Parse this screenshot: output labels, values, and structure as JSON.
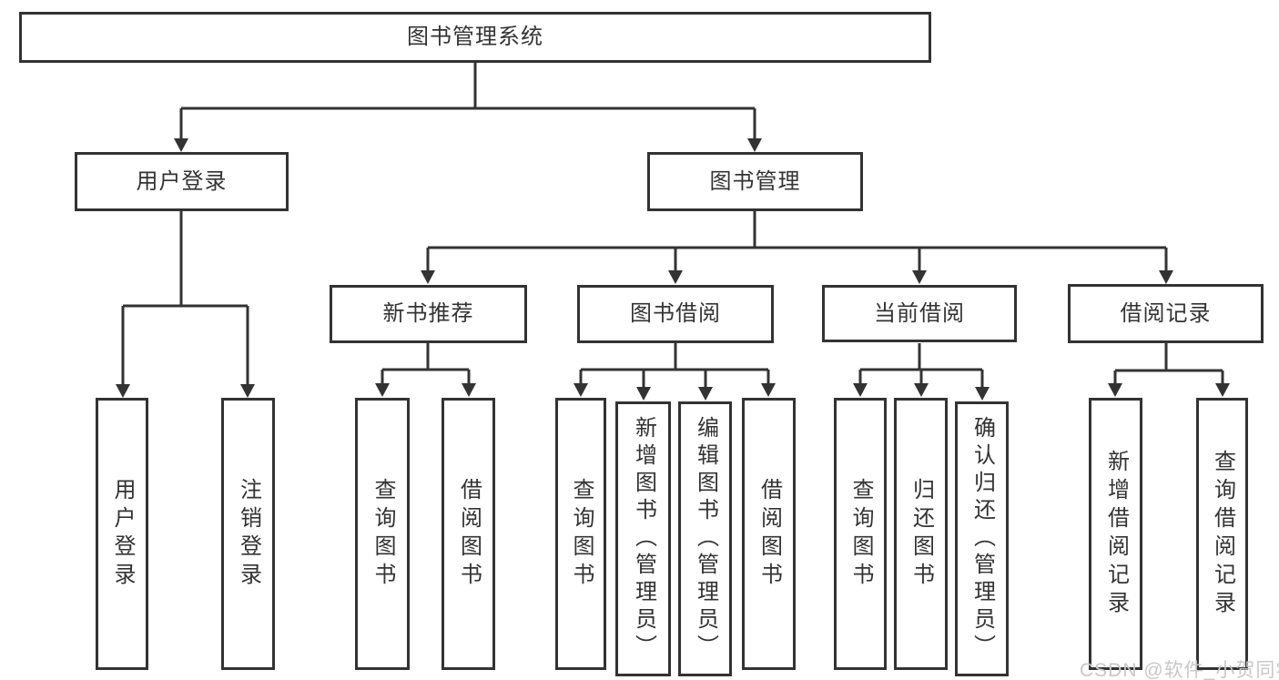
{
  "diagram": {
    "title": "图书管理系统",
    "colors": {
      "line": "#333333",
      "text": "#333333",
      "box_bg": "#ffffff",
      "watermark": "#c8c8c8"
    },
    "watermark": {
      "text": "CSDN @软件_小贺同学"
    },
    "tree": {
      "label": "图书管理系统",
      "children": [
        {
          "label": "用户登录",
          "children": [
            {
              "label": "用户登录"
            },
            {
              "label": "注销登录"
            }
          ]
        },
        {
          "label": "图书管理",
          "children": [
            {
              "label": "新书推荐",
              "children": [
                {
                  "label": "查询图书"
                },
                {
                  "label": "借阅图书"
                }
              ]
            },
            {
              "label": "图书借阅",
              "children": [
                {
                  "label": "查询图书"
                },
                {
                  "label": "新增图书（管理员）"
                },
                {
                  "label": "编辑图书（管理员）"
                },
                {
                  "label": "借阅图书"
                }
              ]
            },
            {
              "label": "当前借阅",
              "children": [
                {
                  "label": "查询图书"
                },
                {
                  "label": "归还图书"
                },
                {
                  "label": "确认归还（管理员）"
                }
              ]
            },
            {
              "label": "借阅记录",
              "children": [
                {
                  "label": "新增借阅记录"
                },
                {
                  "label": "查询借阅记录"
                }
              ]
            }
          ]
        }
      ]
    }
  }
}
